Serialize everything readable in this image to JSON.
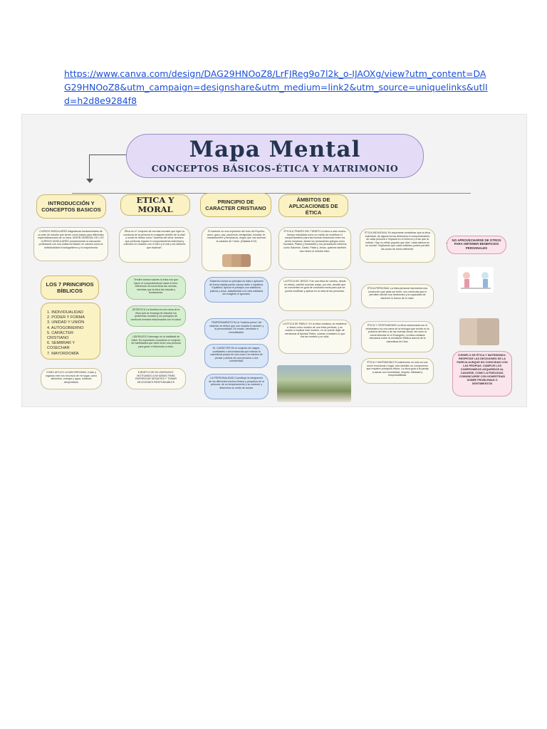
{
  "doc": {
    "link": "https://www.canva.com/design/DAG29HNOoZ8/LrFJReg9o7l2k_o-IJAOXg/view?utm_content=DAG29HNOoZ8&utm_campaign=designshare&utm_medium=link2&utm_source=uniquelinks&utlId=h2d8e9284f8"
  },
  "map": {
    "title": "Mapa Mental",
    "subtitle": "CONCEPTOS BÁSICOS-ÉTICA Y MATRIMONIO",
    "headers": {
      "intro": "INTRODUCCIÓN Y CONCEPTOS BASICOS",
      "etica": "ETICA Y MORAL",
      "principio": "PRINCIPIO DE CARACTER CRISTIANO",
      "ambitos": "ÁMBITOS DE APLICACIONES DE ÉTICA",
      "principios7": "LOS 7 PRINCIPIOS BÍBLICOS"
    },
    "intro": {
      "cursos": "CURSOS MODULARES Asignaturas fundamentales de un plan de estudio que sirven como bases para diferentes especializaciones de un área. UNIÓN GENERAL DE LOS CURSOS MODULARES complementar la educación profesional con una sólida formación en valores como la individualidad el autogobierno y la mayordomía",
      "principios_list": "1. INDIVIDUALIDAD\n2. PODER Y FORMA\n3. UNIDAD Y UNIÓN\n4. AUTOGOBIERNO\n5. CARÁCTER CRISTIANO\n6. SEMBRAR Y COSECHAR\n7. MAYORDOMÍA",
      "aplico": "COMO APLICO LA MAYORDOMIA: Cuido y organizo bien los recursos de mi hogar, como alimentos, energía y agua, evitando desperdicios"
    },
    "etica": {
      "def": "Ética es el \"conjunto de normas morales que rigen la conducta de la persona en cualquier ámbito de la vida\" y moral se define como \"doctrina del obrar humano que pretende regular el comportamiento individual y colectivo en relación con el bien y el mal y los deberes que implican\".",
      "n1": "Tendiré ambos valores la ética nos que hacer el comportamiento hacia el bien. Diferencia: la moral dicta las normas, mientras que la ética las estudia y fundamenta.",
      "deontica": "DEÓNTICA La bioética es una rama de la ética que se encarga de estudiar los problemas morales y los principios de conducta humana relacionados con la salud.",
      "liderazgo": "LIDERAZGO Liderazgo es la habilidad de influir. Es importante considerar el conjunto de habilidades que debe tener una persona para guiar e influenciar a otros.",
      "ejemplo": "EJEMPLO DE MI LIDERAZGO: MOTIVANDO A MI MISMO PARA ENFRENTAR DESAFÍOS Y TOMAR DECISIONES RESPONSABLES"
    },
    "principio": {
      "def": "El carácter es una expresión del fruto del Espíritu: amor, gozo, paz, paciencia, benignidad, bondad, fe, mansedumbre y templanza, riegos que nos acercan al carácter de Cristo. (Gálatas 5:22)",
      "n2": "Sostenía Licinar su principio es trata o aplicarlo de forma rápida puede causar daño o injusticia. Equilibrio: Aplicar el principio con sabiduría, justicia y amor, adaptándolo a la vida cotidiana sin exagerar ni ignorarlo.",
      "temperamento": "TEMPERAMENTO Es la \"materia prima\" del material, se define que nos modela el carácter y la personalidad. Es innato, heredado e inmodificable.",
      "caracter": "EL CARÁCTER Es el conjunto de rasgos, cualidades o circunstancias que indican la naturaleza propia de una cosa o la manera de pensar y actuar de una persona o una colectividad.",
      "personalidad": "LA PERSONALIDAD Constituye la integración de los diferentes hechos físicos y psíquicos de la persona, de su temperamento y su carácter y determina su modo de actuar."
    },
    "ambitos": {
      "tiempo": "ÉTICA A TRAVÉS DEL TIEMPO La ética a sido mucho tiempo estudiada como un medio de modificar el comportamiento para las buenas relaciones entre los seres humanos, desde los pensadores griegos como Sócrates, Platón y Aristóteles y los pensadores hebreos como Salomón, David, Pablo y Jesús, quienes también han hecho el estudio ético.",
      "jesus": "LA ÉTICA DE JESÚS: Fue una ética de cambio, desde un efecto, cambió muchas cosas, por ello, decidió que se conviertan en guía de conducta moral para que se pueda modificar y aplicar en la vida de las personas.",
      "pablo": "LA ÉTICA DE PABLO: En la ética cristiana, se establece a Jesús como modelo de una ética perfecta, y en cuanto a explicar este modelo, no se puede dejar de mencionar al Apóstol Pablo, cuando consideró lo que era ser modelo y su vida.",
      "individual": "ÉTICA INDIVIDUAL Es importante considerar que la ética individual, de alguna forma determina el comportamiento de cada persona e impacta en el entorno y a las que la rodean. Hay un refrán popular que dice \"cada cabeza es un mundo\" implicando que cada individuo podría percibir las cosas de forma diferente.",
      "personal": "ÉTICA PERSONAL La ética personal representa esa convicción que cada ser tiene, son creencias que le permiten decidir sus decisiones y la capacidad de discernir lo bueno de lo malo.",
      "cristianismo": "ÉTICA Y CRISTIANISMO La ética relacionada con el cristianismo es una rama de la teología que recibe en la práctica del bien y de las buenas obras, tal como la moral descrita en el Evangelio. La ética cristiana descansa sobre la revelación Bíblica acerca de la naturaleza de Dios.",
      "matrimonio": "ÉTICA Y MATRIMONIO El matrimonio no solo es una unión emocional o legal, sino también un compromiso que requiere principios éticos. La ética guía a la pareja a actuar con honestidad, respeto, fidelidad y responsabilidad.",
      "aprovechar": "NO APROVECHARSE DE OTROS PARA OBTENER BENEFICIOS PERSONALES",
      "ejemplo_mat": "EJEMPLO DE ÉTICA Y MATRIMONIO: RESPETAR LAS DECISIONES DE LA PAREJA AUNQUE NO COINCIDAN CON LAS PROPIAS. CUMPLIR LOS COMPROMISOS ADQUIRIDOS AL CASARSE, COMO LA FIDELIDAD. COMUNICARSE CON HONESTIDAD SOBRE PROBLEMAS O SENTIMIENTOS"
    }
  }
}
